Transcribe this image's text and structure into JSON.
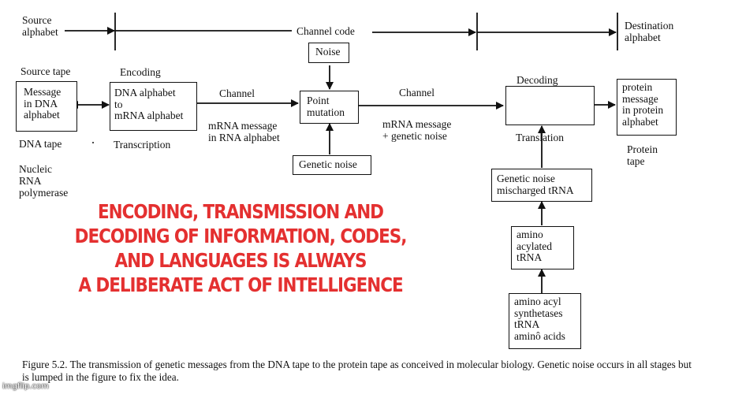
{
  "top_row": {
    "source_alphabet": [
      "Source",
      "alphabet"
    ],
    "channel_code": "Channel code",
    "destination_alphabet": [
      "Destination",
      "alphabet"
    ]
  },
  "noise_box": "Noise",
  "source_tape": "Source tape",
  "encoding": "Encoding",
  "decoding": "Decoding",
  "message_box": [
    "Message",
    "in DNA",
    "alphabet"
  ],
  "dna_tape": "DNA tape",
  "nucleic": [
    "Nucleic",
    "RNA",
    "polymerase"
  ],
  "dna_mrna_box": [
    "DNA  alphabet",
    "to",
    "mRNA  alphabet"
  ],
  "transcription": "Transcription",
  "channel_left": "Channel",
  "mrna_left": [
    "mRNA  message",
    "in RNA  alphabet"
  ],
  "point_mutation_box": [
    "Point",
    "mutation"
  ],
  "genetic_noise_box": "Genetic noise",
  "channel_right": "Channel",
  "mrna_right": [
    "mRNA message",
    "+ genetic noise"
  ],
  "translation": "Translation",
  "protein_box": [
    "protein",
    "message",
    "in protein",
    "alphabet"
  ],
  "protein_tape": [
    "Protein",
    "tape"
  ],
  "mischarged_box": [
    "Genetic noise",
    "mischarged tRNA"
  ],
  "acylated_box": [
    "amino",
    "acylated",
    "tRNA"
  ],
  "synthetases_box": [
    "amino acyl",
    "synthetases",
    "tRNA",
    "aminô acids"
  ],
  "overlay_text": [
    "ENCODING, TRANSMISSION AND",
    "DECODING OF INFORMATION, CODES,",
    "AND LANGUAGES  IS ALWAYS",
    "A DELIBERATE ACT OF INTELLIGENCE"
  ],
  "caption": "Figure 5.2. The transmission of genetic messages from the DNA tape to the protein tape as conceived in molecular biology. Genetic noise occurs in all stages but is lumped in the figure to fix the idea.",
  "watermark": "imgflip.com",
  "colors": {
    "overlay": "#e43030",
    "ink": "#111111",
    "background": "#ffffff"
  }
}
